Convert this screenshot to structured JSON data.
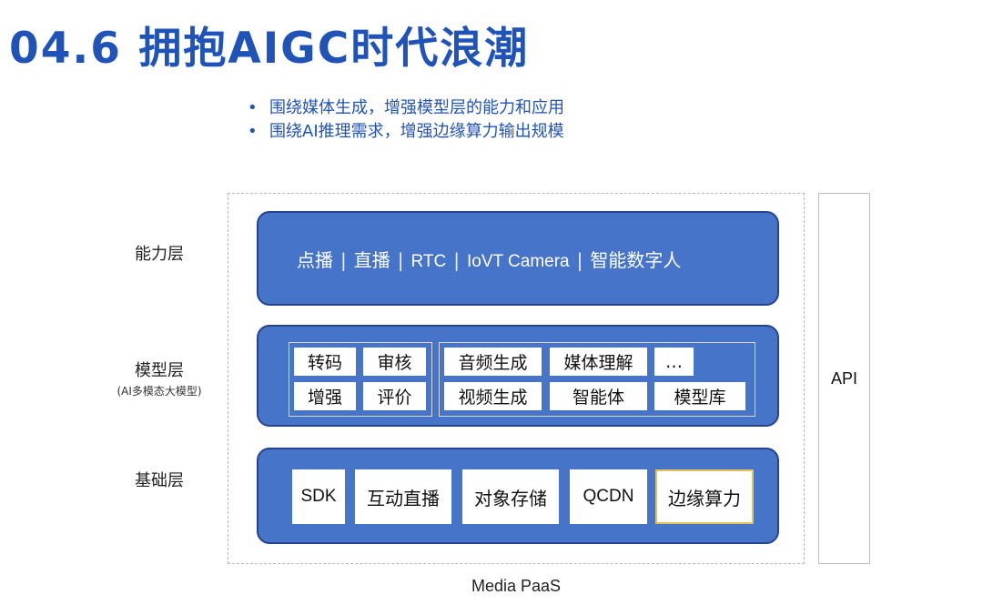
{
  "title": "04.6 拥抱AIGC时代浪潮",
  "bullets": [
    "围绕媒体生成，增强模型层的能力和应用",
    "围绕AI推理需求，增强边缘算力输出规模"
  ],
  "layers": {
    "ability": {
      "label": "能力层",
      "items": [
        "点播",
        "直播",
        "RTC",
        "IoVT Camera",
        "智能数字人"
      ]
    },
    "model": {
      "label": "模型层",
      "sublabel": "(AI多模态大模型)",
      "left_group": [
        "转码",
        "审核",
        "增强",
        "评价"
      ],
      "right_group": [
        "音频生成",
        "媒体理解",
        "…",
        "视频生成",
        "智能体",
        "模型库"
      ]
    },
    "base": {
      "label": "基础层",
      "items": [
        "SDK",
        "互动直播",
        "对象存储",
        "QCDN",
        "边缘算力"
      ]
    }
  },
  "platform_label": "Media  PaaS",
  "api_label": "API",
  "colors": {
    "title": "#1f53b8",
    "layer_fill": "#4674c8",
    "layer_border": "#26448e",
    "highlight_border": "#e6c25b"
  }
}
